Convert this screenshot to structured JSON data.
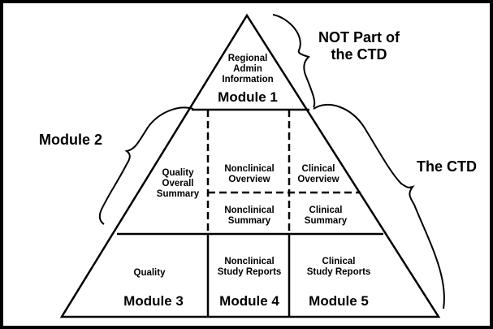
{
  "annotations": {
    "not_part": [
      "NOT Part of",
      "the CTD"
    ],
    "the_ctd": "The CTD",
    "module2": "Module 2"
  },
  "module1": {
    "content": [
      "Regional",
      "Admin",
      "Information"
    ],
    "title": "Module 1"
  },
  "module2_cells": {
    "quality_overall_summary": [
      "Quality",
      "Overall",
      "Summary"
    ],
    "nonclinical_overview": [
      "Nonclinical",
      "Overview"
    ],
    "clinical_overview": [
      "Clinical",
      "Overview"
    ],
    "nonclinical_summary": [
      "Nonclinical",
      "Summary"
    ],
    "clinical_summary": [
      "Clinical",
      "Summary"
    ]
  },
  "module3": {
    "content": "Quality",
    "title": "Module 3"
  },
  "module4": {
    "content": [
      "Nonclinical",
      "Study Reports"
    ],
    "title": "Module 4"
  },
  "module5": {
    "content": [
      "Clinical",
      "Study Reports"
    ],
    "title": "Module 5"
  }
}
